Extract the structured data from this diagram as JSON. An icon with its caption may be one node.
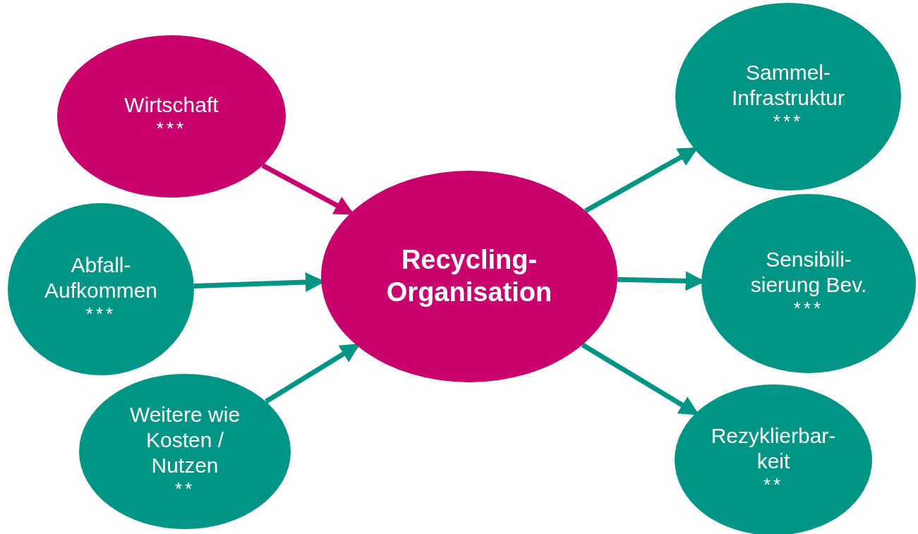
{
  "diagram": {
    "nodes": [
      {
        "text": [
          "Wirtschaft",
          "***"
        ]
      },
      {
        "text": [
          "Abfall- Aufkommen",
          "***"
        ]
      },
      {
        "text": [
          "Weitere wie Kosten / Nutzen",
          "**"
        ]
      },
      {
        "text": [
          "Recycling- Organisation"
        ]
      },
      {
        "text": [
          "Sammel- Infrastruktur",
          "***"
        ]
      },
      {
        "text": [
          "Sensibili- sierung Bev.",
          "***"
        ]
      },
      {
        "text": [
          "Rezyklierbar- keit",
          "**"
        ]
      }
    ],
    "edges": [
      {
        "from": 0,
        "to": 3,
        "arrow": "to",
        "color": "#c8006e"
      },
      {
        "from": 1,
        "to": 3,
        "arrow": "to"
      },
      {
        "from": 2,
        "to": 3,
        "arrow": "to"
      },
      {
        "from": 3,
        "to": 4,
        "arrow": "to"
      },
      {
        "from": 3,
        "to": 5,
        "arrow": "to"
      },
      {
        "from": 3,
        "to": 6,
        "arrow": "to"
      }
    ]
  }
}
